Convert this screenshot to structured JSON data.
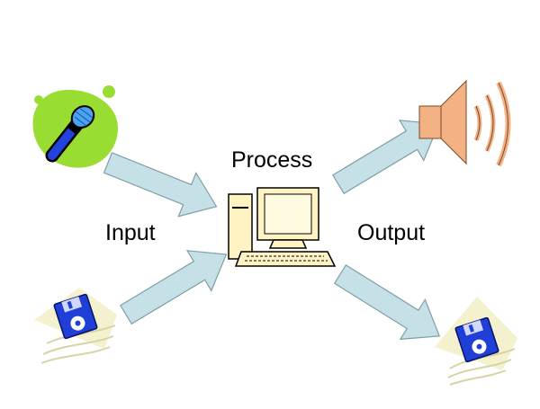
{
  "labels": {
    "process": "Process",
    "input": "Input",
    "output": "Output"
  },
  "icons": {
    "input_top": "microphone-icon",
    "input_bottom": "floppy-disk-icon",
    "process": "computer-icon",
    "output_top": "speaker-icon",
    "output_bottom": "floppy-disk-icon"
  },
  "colors": {
    "arrow_fill": "#c5e0e6",
    "arrow_stroke": "#7f9ea6",
    "mic_blob": "#99dd33",
    "speaker_fill": "#f4b183",
    "computer_fill": "#fff3c4",
    "floppy_blue": "#1f3fd6"
  }
}
